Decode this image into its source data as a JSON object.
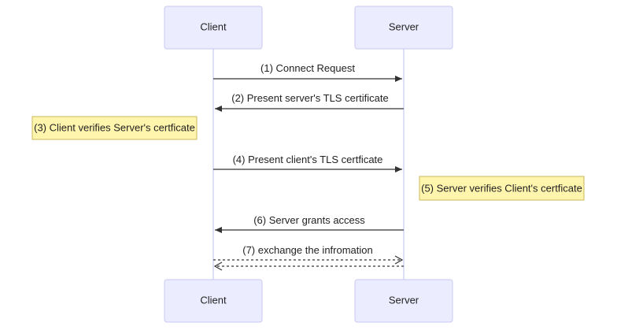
{
  "actors": {
    "client": {
      "label": "Client"
    },
    "server": {
      "label": "Server"
    }
  },
  "messages": [
    {
      "text": "(1) Connect Request",
      "from": "client",
      "to": "server",
      "style": "solid",
      "arrow": "filled"
    },
    {
      "text": "(2) Present server's TLS certificate",
      "from": "server",
      "to": "client",
      "style": "solid",
      "arrow": "filled"
    },
    {
      "text": "(4) Present client's TLS certficate",
      "from": "client",
      "to": "server",
      "style": "solid",
      "arrow": "filled"
    },
    {
      "text": "(6) Server grants access",
      "from": "server",
      "to": "client",
      "style": "solid",
      "arrow": "filled"
    },
    {
      "text": "(7) exchange the infromation",
      "from": "both",
      "to": "both",
      "style": "dashed",
      "arrow": "open"
    }
  ],
  "notes": [
    {
      "text": "(3) Client verifies Server's certficate",
      "side": "left-of-client"
    },
    {
      "text": "(5) Server verifies Client's certficate",
      "side": "right-of-server"
    }
  ],
  "colors": {
    "actor_fill": "#ececff",
    "actor_stroke": "#c9c9f0",
    "note_fill": "#fff5ad",
    "note_stroke": "#c8b85a",
    "line": "#333333"
  }
}
